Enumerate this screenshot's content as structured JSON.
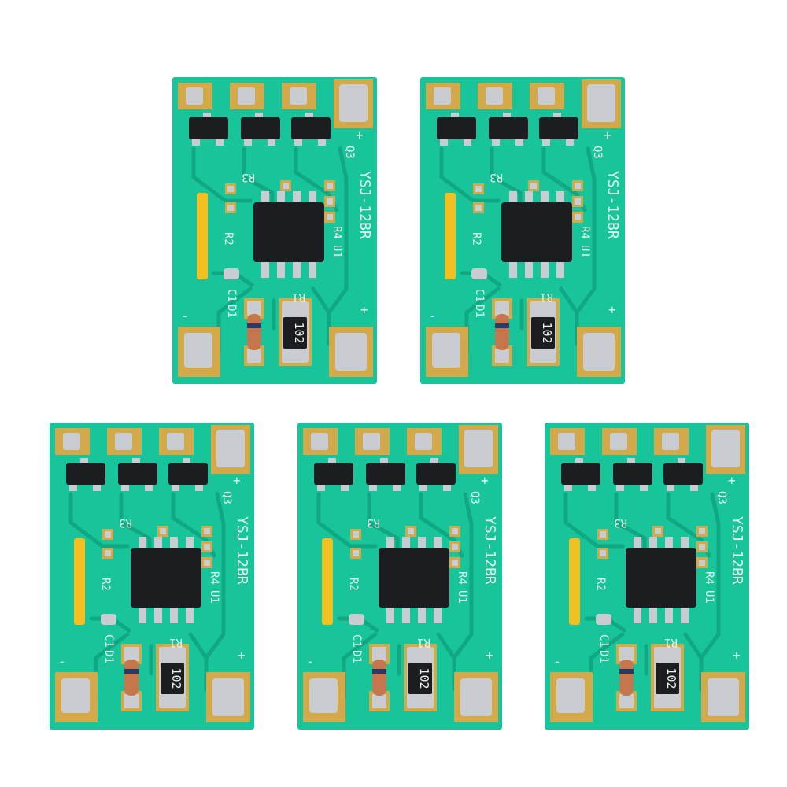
{
  "photo": {
    "background_color": "#ffffff",
    "subject": "five identical green PCB modules",
    "board_color": "#18c49a",
    "trace_color": "#10a882",
    "pad_color": "#d4a94a",
    "pad_metal_color": "#c9ccd0",
    "chip_color": "#1b1d21",
    "silk_color": "#e8f3ee",
    "yellow_label_color": "#f2c020",
    "boards": [
      {
        "silkscreen": {
          "model": "YSJ-12BR",
          "q3": "Q3",
          "r3": "R3",
          "r2": "R2",
          "r4": "R4",
          "u1": "U1",
          "r1": "R1",
          "d1": "D1",
          "c1": "C1",
          "plus_top": "+",
          "plus_bottom": "+",
          "minus": "-"
        },
        "resistor_marking": "102"
      },
      {
        "silkscreen": {
          "model": "YSJ-12BR",
          "q3": "Q3",
          "r3": "R3",
          "r2": "R2",
          "r4": "R4",
          "u1": "U1",
          "r1": "R1",
          "d1": "D1",
          "c1": "C1",
          "plus_top": "+",
          "plus_bottom": "+",
          "minus": "-"
        },
        "resistor_marking": "102"
      },
      {
        "silkscreen": {
          "model": "YSJ-12BR",
          "q3": "Q3",
          "r3": "R3",
          "r2": "R2",
          "r4": "R4",
          "u1": "U1",
          "r1": "R1",
          "d1": "D1",
          "c1": "C1",
          "plus_top": "+",
          "plus_bottom": "+",
          "minus": "-"
        },
        "resistor_marking": "102"
      },
      {
        "silkscreen": {
          "model": "YSJ-12BR",
          "q3": "Q3",
          "r3": "R3",
          "r2": "R2",
          "r4": "R4",
          "u1": "U1",
          "r1": "R1",
          "d1": "D1",
          "c1": "C1",
          "plus_top": "+",
          "plus_bottom": "+",
          "minus": "-"
        },
        "resistor_marking": "102"
      },
      {
        "silkscreen": {
          "model": "YSJ-12BR",
          "q3": "Q3",
          "r3": "R3",
          "r2": "R2",
          "r4": "R4",
          "u1": "U1",
          "r1": "R1",
          "d1": "D1",
          "c1": "C1",
          "plus_top": "+",
          "plus_bottom": "+",
          "minus": "-"
        },
        "resistor_marking": "102"
      }
    ]
  }
}
